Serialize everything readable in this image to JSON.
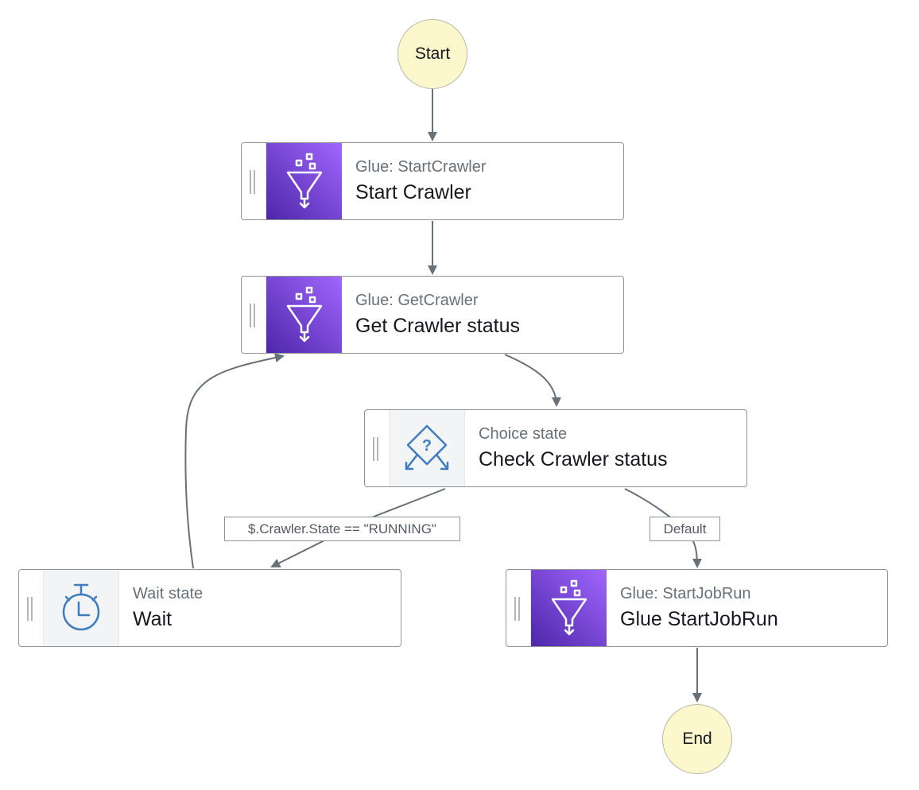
{
  "diagram": {
    "start_label": "Start",
    "end_label": "End",
    "states": [
      {
        "id": "start-crawler",
        "subtitle": "Glue: StartCrawler",
        "title": "Start Crawler",
        "icon": "glue-crawler-icon"
      },
      {
        "id": "get-crawler-status",
        "subtitle": "Glue: GetCrawler",
        "title": "Get Crawler status",
        "icon": "glue-crawler-icon"
      },
      {
        "id": "check-crawler-status",
        "subtitle": "Choice state",
        "title": "Check Crawler status",
        "icon": "choice-diamond-icon"
      },
      {
        "id": "wait",
        "subtitle": "Wait state",
        "title": "Wait",
        "icon": "stopwatch-icon"
      },
      {
        "id": "glue-start-job-run",
        "subtitle": "Glue: StartJobRun",
        "title": "Glue StartJobRun",
        "icon": "glue-crawler-icon"
      }
    ],
    "edge_labels": {
      "running_condition": "$.Crawler.State == \"RUNNING\"",
      "default": "Default"
    },
    "colors": {
      "start_end_fill": "#fdf8cc",
      "glue_icon_gradient_start": "#4d27a8",
      "glue_icon_gradient_end": "#a166ff",
      "flow_icon_stroke": "#3f7dc0",
      "edge": "#687078"
    }
  }
}
